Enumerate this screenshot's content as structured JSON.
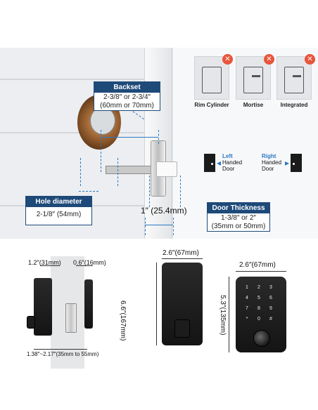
{
  "backset": {
    "title": "Backset",
    "line1": "2-3/8″ or 2-3/4″",
    "line2": "(60mm or 70mm)"
  },
  "hole": {
    "title": "Hole diameter",
    "value": "2-1/8″ (54mm)"
  },
  "latch_measure": "1″ (25.4mm)",
  "door_thickness": {
    "title": "Door Thickness",
    "line1": "1-3/8″ or 2″",
    "line2": "(35mm or 50mm)"
  },
  "incompatible": [
    {
      "label": "Rim Cylinder",
      "icon": "x-icon"
    },
    {
      "label": "Mortise",
      "icon": "x-icon"
    },
    {
      "label": "Integrated",
      "icon": "x-icon"
    }
  ],
  "handed": {
    "left": {
      "highlight": "Left",
      "line2": "Handed",
      "line3": "Door"
    },
    "right": {
      "highlight": "Right",
      "line2": "Handed",
      "line3": "Door"
    }
  },
  "side_view": {
    "dim_left": "1.2″(31mm)",
    "dim_right": "0.6″(16mm)",
    "dim_bottom": "1.38″~2.17″(35mm to 55mm)"
  },
  "back_view": {
    "width": "2.6″(67mm)",
    "height": "6.6″(167mm)"
  },
  "front_view": {
    "width": "2.6″(67mm)",
    "height": "5.3″(135mm)",
    "keys": [
      "1",
      "2",
      "3",
      "4",
      "5",
      "6",
      "7",
      "8",
      "9",
      "*",
      "0",
      "#"
    ]
  },
  "colors": {
    "accent": "#1e4a79",
    "dimension": "#2b78c4",
    "warning": "#e8553b"
  }
}
